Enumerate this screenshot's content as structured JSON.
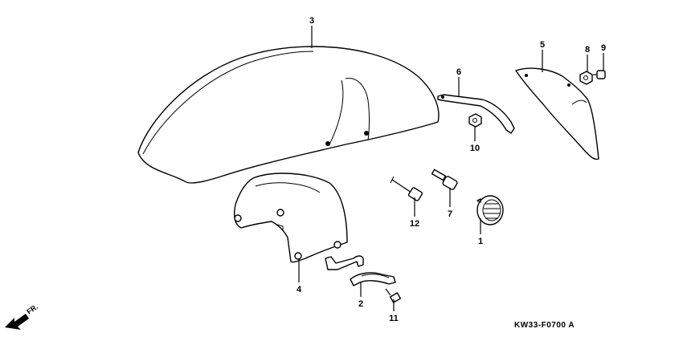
{
  "diagram": {
    "callouts": [
      {
        "id": "3",
        "label": "3"
      },
      {
        "id": "6",
        "label": "6"
      },
      {
        "id": "5",
        "label": "5"
      },
      {
        "id": "8",
        "label": "8"
      },
      {
        "id": "9",
        "label": "9"
      },
      {
        "id": "10",
        "label": "10"
      },
      {
        "id": "12",
        "label": "12"
      },
      {
        "id": "7",
        "label": "7"
      },
      {
        "id": "1",
        "label": "1"
      },
      {
        "id": "4",
        "label": "4"
      },
      {
        "id": "2",
        "label": "2"
      },
      {
        "id": "11",
        "label": "11"
      }
    ],
    "drawing_code": "KW33-F0700 A",
    "direction_label": "FR."
  }
}
